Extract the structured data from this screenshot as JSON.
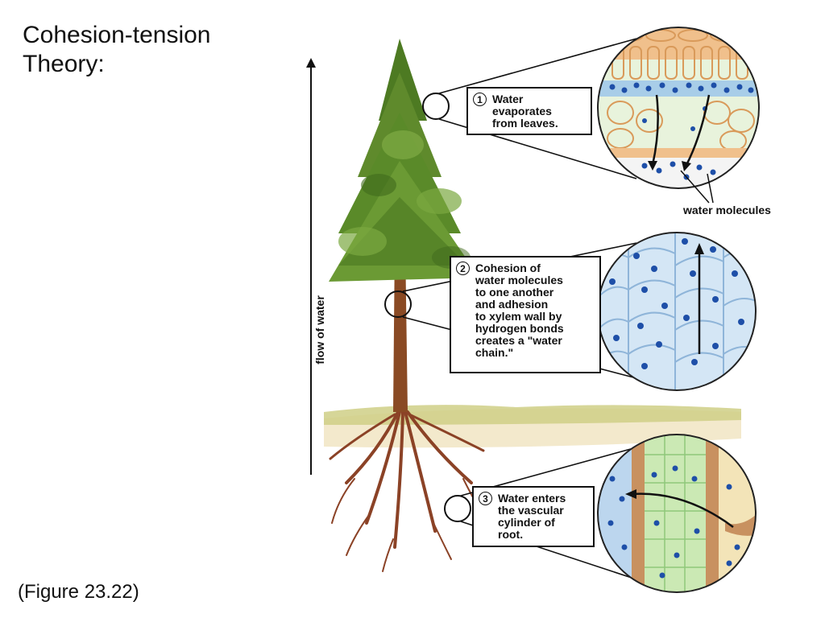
{
  "slide": {
    "title_line1": "Cohesion-tension",
    "title_line2": "Theory:",
    "caption": "(Figure 23.22)"
  },
  "diagram": {
    "axis_label": "flow of water",
    "callouts": [
      {
        "number": "1",
        "text": "Water\nevaporates\nfrom leaves."
      },
      {
        "number": "2",
        "text": "Cohesion of\nwater molecules\nto one another\nand adhesion\nto xylem wall by\nhydrogen bonds\ncreates a \"water\nchain.\""
      },
      {
        "number": "3",
        "text": "Water enters\nthe vascular\ncylinder of\nroot."
      }
    ],
    "molecule_label": "water molecules"
  },
  "colors": {
    "foliage": "#5f8a2c",
    "trunk": "#8a4a24",
    "root": "#8b4226",
    "soil": "#f1e6c6",
    "grass": "#c9c87a",
    "leaf_cell": "#d9ecc3",
    "xylem": "#c6ddf0",
    "root_cell": "#cbe9b4",
    "molecule": "#1e4fa8"
  }
}
